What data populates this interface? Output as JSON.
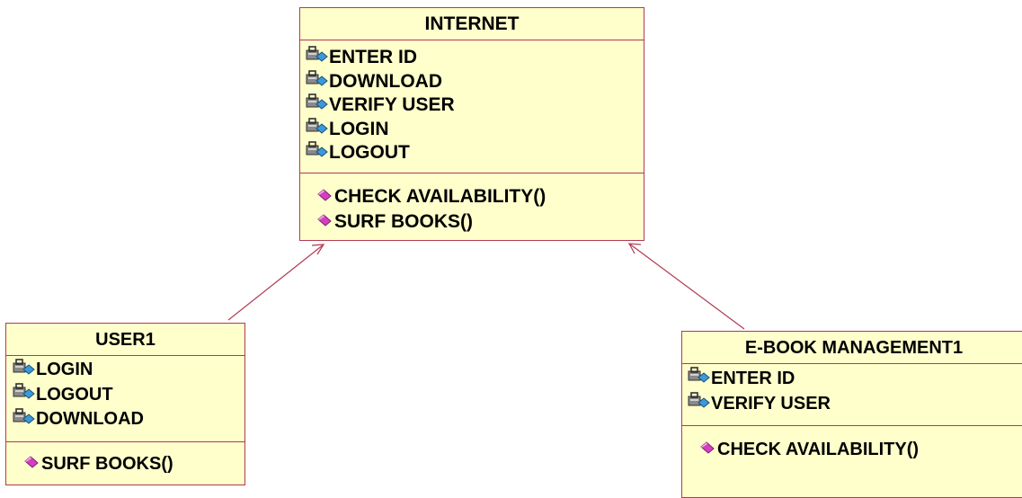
{
  "colors": {
    "class_fill": "#ffffcc",
    "class_border": "#b23a52",
    "relationship_line": "#b23a52",
    "attribute_icon": "#3a9ad9",
    "operation_icon": "#d43fc1"
  },
  "classes": {
    "internet": {
      "name": "INTERNET",
      "attributes": [
        "ENTER ID",
        "DOWNLOAD",
        "VERIFY USER",
        "LOGIN",
        "LOGOUT"
      ],
      "operations": [
        "CHECK AVAILABILITY()",
        "SURF BOOKS()"
      ]
    },
    "user1": {
      "name": "USER1",
      "attributes": [
        "LOGIN",
        "LOGOUT",
        "DOWNLOAD"
      ],
      "operations": [
        "SURF BOOKS()"
      ]
    },
    "ebook": {
      "name": "E-BOOK MANAGEMENT1",
      "attributes": [
        "ENTER ID",
        "VERIFY USER"
      ],
      "operations": [
        "CHECK AVAILABILITY()"
      ]
    }
  },
  "relationships": [
    {
      "from": "USER1",
      "to": "INTERNET",
      "type": "generalization"
    },
    {
      "from": "E-BOOK MANAGEMENT1",
      "to": "INTERNET",
      "type": "generalization"
    }
  ]
}
